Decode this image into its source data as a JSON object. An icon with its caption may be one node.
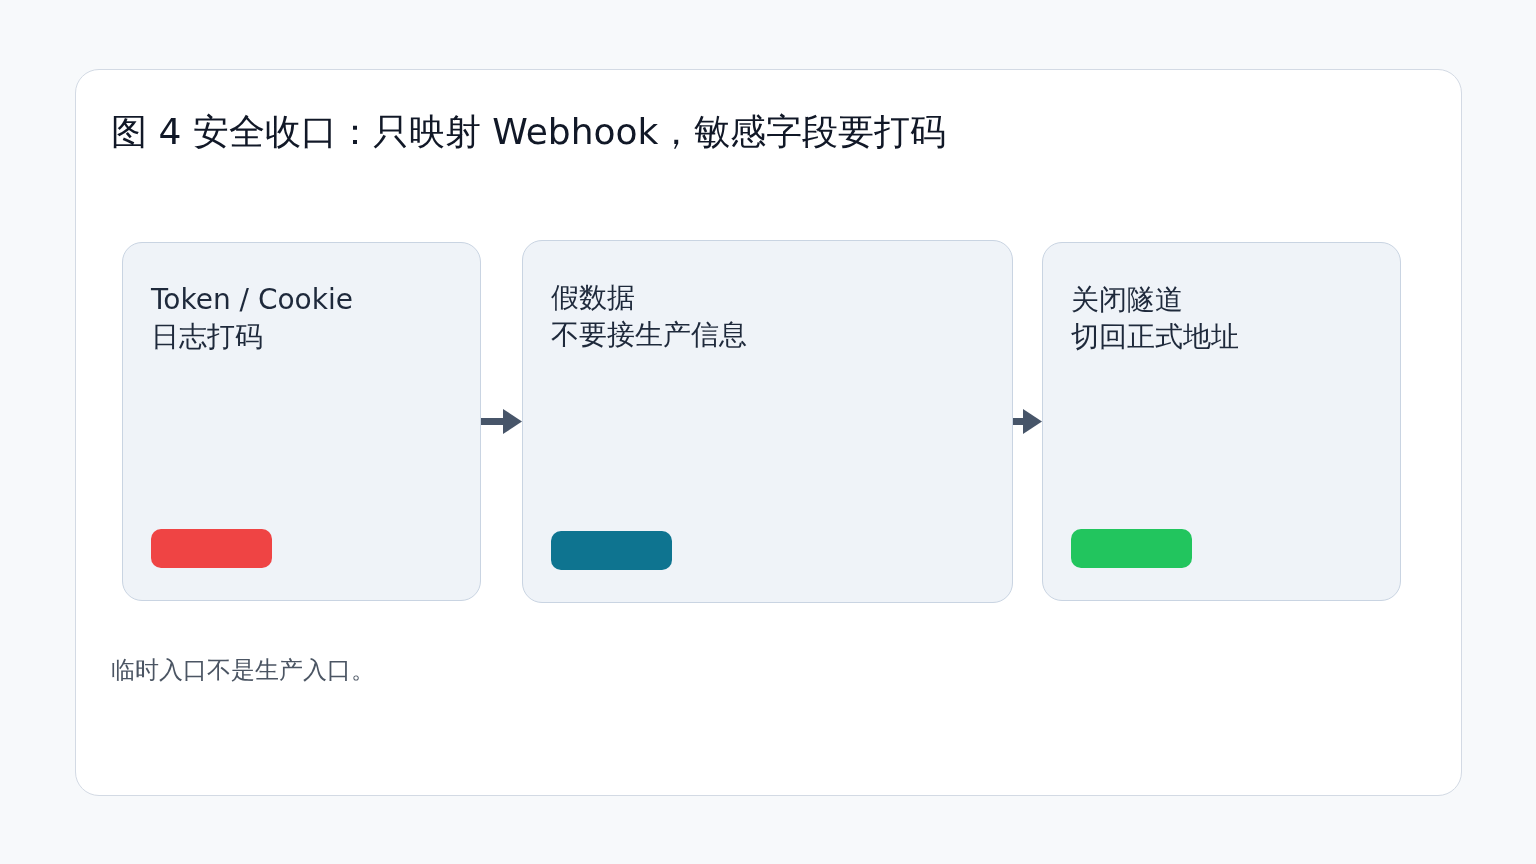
{
  "diagram": {
    "title": "图 4 安全收口：只映射 Webhook，敏感字段要打码",
    "nodes": [
      {
        "text": [
          "Token / Cookie",
          "日志打码"
        ]
      },
      {
        "text": [
          "假数据",
          "不要接生产信息"
        ]
      },
      {
        "text": [
          "关闭隧道",
          "切回正式地址"
        ]
      }
    ],
    "edges": [
      {
        "from": 0,
        "to": 1,
        "arrow": "to"
      },
      {
        "from": 1,
        "to": 2,
        "arrow": "to"
      }
    ],
    "caption": "临时入口不是生产入口。"
  }
}
